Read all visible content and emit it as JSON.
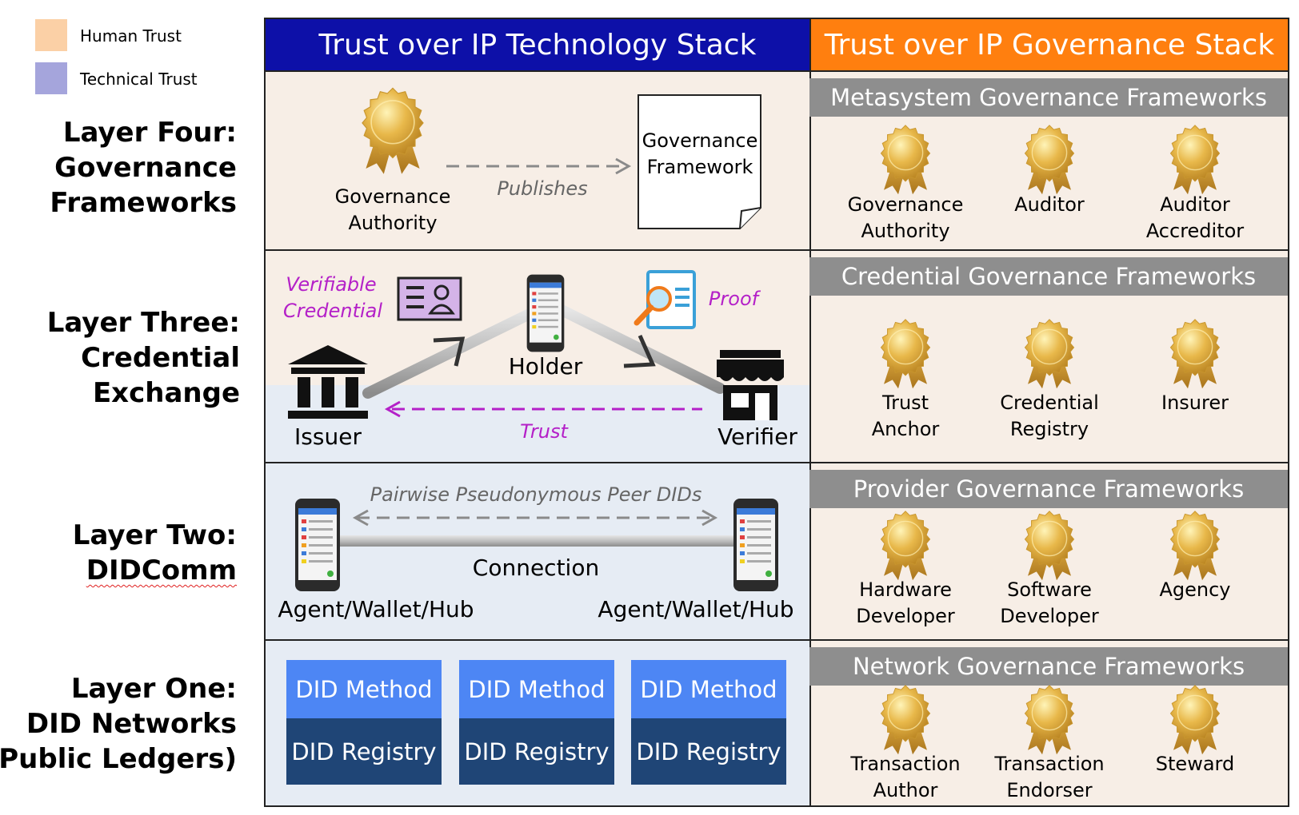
{
  "legend": {
    "items": [
      {
        "label": "Human Trust",
        "color": "#fbd0a6"
      },
      {
        "label": "Technical Trust",
        "color": "#a5a5dc"
      }
    ]
  },
  "layers": {
    "four": [
      "Layer Four:",
      "Governance",
      "Frameworks"
    ],
    "three": [
      "Layer Three:",
      "Credential",
      "Exchange"
    ],
    "two_line1": "Layer Two:",
    "two_line2": "DIDComm",
    "one": [
      "Layer One:",
      "DID Networks",
      "(Public Ledgers)"
    ]
  },
  "tech_stack": {
    "title": "Trust over IP Technology Stack",
    "color": "#0d10a8",
    "layer4": {
      "authority": [
        "Governance",
        "Authority"
      ],
      "publishes": "Publishes",
      "document": [
        "Governance",
        "Framework"
      ]
    },
    "layer3": {
      "verifiable": [
        "Verifiable",
        "Credential"
      ],
      "holder": "Holder",
      "proof": "Proof",
      "issuer": "Issuer",
      "verifier": "Verifier",
      "trust": "Trust",
      "accent": "#b420c8"
    },
    "layer2": {
      "peer_dids": "Pairwise Pseudonymous Peer DIDs",
      "connection": "Connection",
      "left_agent": "Agent/Wallet/Hub",
      "right_agent": "Agent/Wallet/Hub"
    },
    "layer1": {
      "blocks": [
        {
          "method": "DID Method",
          "registry": "DID Registry"
        },
        {
          "method": "DID Method",
          "registry": "DID Registry"
        },
        {
          "method": "DID Method",
          "registry": "DID Registry"
        }
      ]
    }
  },
  "gov_stack": {
    "title": "Trust over IP Governance Stack",
    "color": "#ff7f0f",
    "sections": [
      {
        "title": "Metasystem Governance Frameworks",
        "roles": [
          [
            "Governance",
            "Authority"
          ],
          [
            "Auditor",
            ""
          ],
          [
            "Auditor",
            "Accreditor"
          ]
        ]
      },
      {
        "title": "Credential Governance Frameworks",
        "roles": [
          [
            "Trust",
            "Anchor"
          ],
          [
            "Credential",
            "Registry"
          ],
          [
            "Insurer",
            ""
          ]
        ]
      },
      {
        "title": "Provider Governance Frameworks",
        "roles": [
          [
            "Hardware",
            "Developer"
          ],
          [
            "Software",
            "Developer"
          ],
          [
            "Agency",
            ""
          ]
        ]
      },
      {
        "title": "Network Governance Frameworks",
        "roles": [
          [
            "Transaction",
            "Author"
          ],
          [
            "Transaction",
            "Endorser"
          ],
          [
            "Steward",
            ""
          ]
        ]
      }
    ]
  }
}
